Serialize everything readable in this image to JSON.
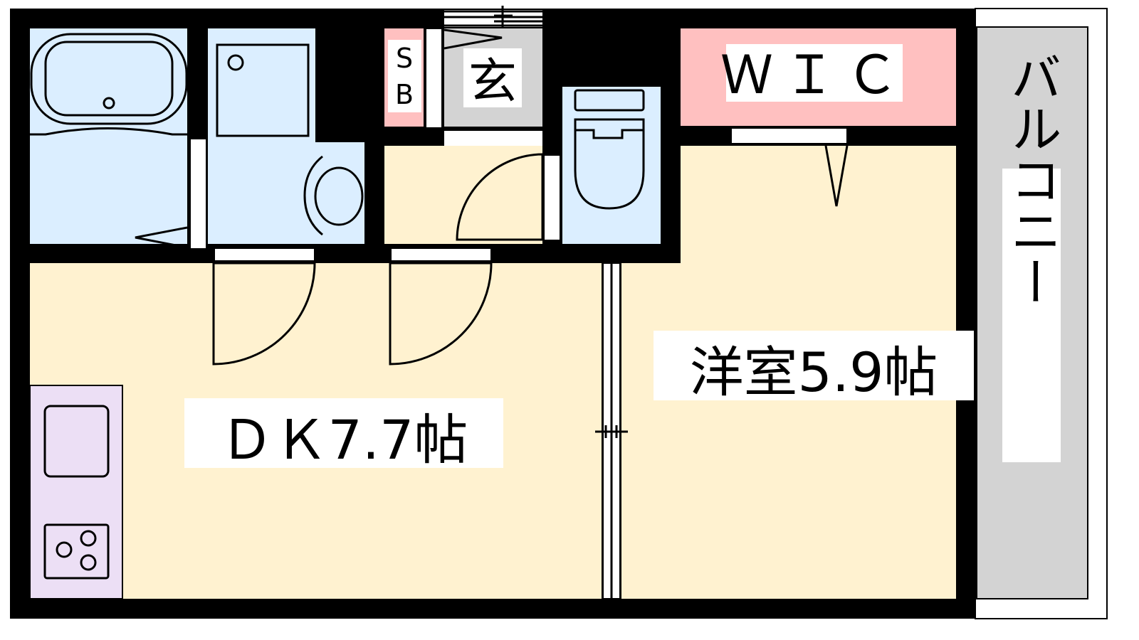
{
  "colors": {
    "wall": "#000000",
    "wet_area": "#dbeeff",
    "living": "#fff2d0",
    "storage": "#ffc0c0",
    "kitchen": "#ecdff5",
    "entrance": "#d3d3d3",
    "balcony": "#d3d3d3"
  },
  "rooms": {
    "dk": {
      "label": "ＤＫ7.7帖"
    },
    "western": {
      "label": "洋室5.9帖"
    },
    "wic": {
      "label": "ＷＩＣ"
    },
    "entrance": {
      "label": "玄"
    },
    "shoe_box": {
      "label_top": "S",
      "label_bottom": "B"
    },
    "balcony": {
      "label": "バルコニー"
    }
  }
}
